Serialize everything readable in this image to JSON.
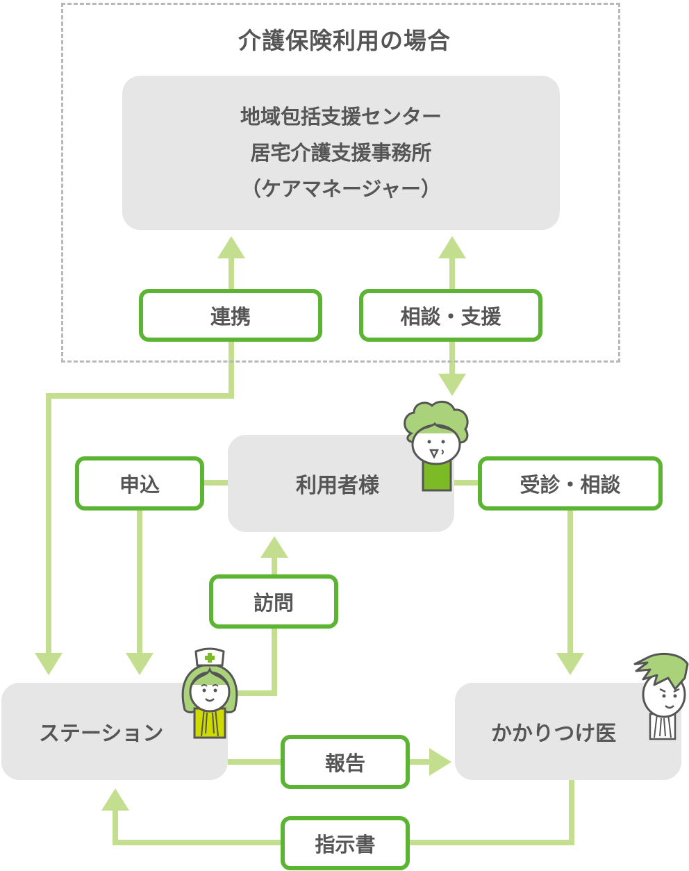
{
  "diagram": {
    "title": "介護保険利用の場合",
    "colors": {
      "arrow": "#c3de8f",
      "label_border": "#5bb533",
      "node_fill": "#e6e6e7",
      "text": "#555555",
      "dashed_border": "#b8b8b8"
    },
    "nodes": {
      "care_manager": {
        "line1": "地域包括支援センター",
        "line2": "居宅介護支援事務所",
        "line3": "（ケアマネージャー）"
      },
      "user": "利用者様",
      "station": "ステーション",
      "doctor": "かかりつけ医"
    },
    "edge_labels": {
      "coordination": "連携",
      "consult_support": "相談・支援",
      "application": "申込",
      "visit_consult": "受診・相談",
      "home_visit": "訪問",
      "report": "報告",
      "instructions": "指示書"
    },
    "characters": {
      "user": "elderly-woman-icon",
      "station": "nurse-icon",
      "doctor": "doctor-icon"
    }
  }
}
